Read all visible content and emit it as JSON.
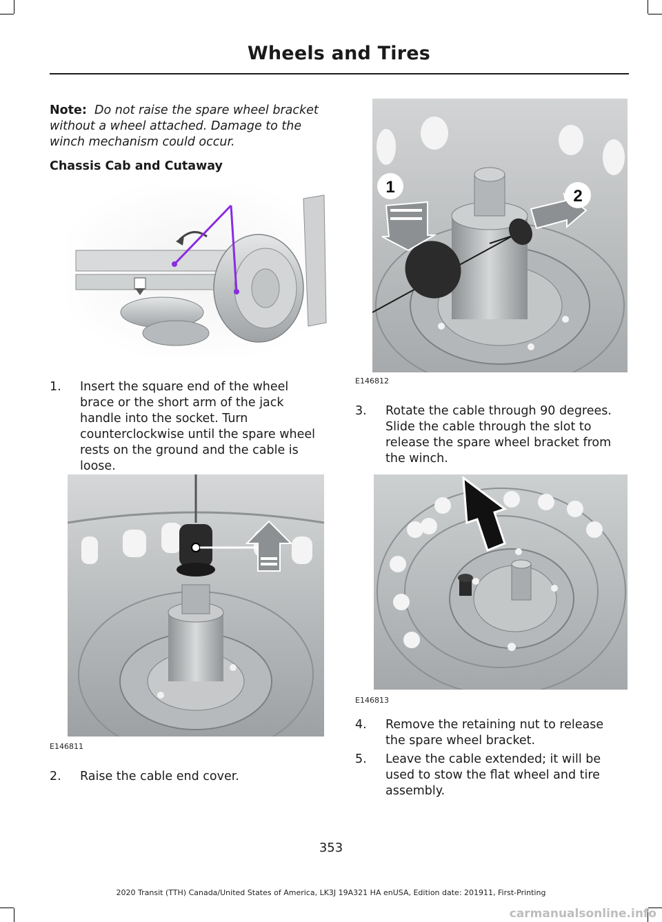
{
  "header": {
    "title": "Wheels and Tires"
  },
  "note": {
    "label": "Note:",
    "text_line1": "Do not raise the spare wheel bracket",
    "text_line2": "without a wheel attached.  Damage to the",
    "text_line3": "winch mechanism could occur."
  },
  "subheading": "Chassis Cab and Cutaway",
  "steps": [
    {
      "num": "1.",
      "lines": [
        "Insert the square end of the wheel",
        "brace or the short arm of the jack",
        "handle into the socket. Turn",
        "counterclockwise until the spare wheel",
        "rests on the ground and the cable is",
        "loose."
      ]
    },
    {
      "num": "2.",
      "lines": [
        "Raise the cable end cover."
      ]
    },
    {
      "num": "3.",
      "lines": [
        "Rotate the cable through 90 degrees.",
        "Slide the cable through the slot to",
        "release the spare wheel bracket from",
        "the winch."
      ]
    },
    {
      "num": "4.",
      "lines": [
        "Remove the retaining nut to release",
        "the spare wheel bracket."
      ]
    },
    {
      "num": "5.",
      "lines": [
        "Leave the cable extended; it will be",
        "used to stow the flat wheel and tire",
        "assembly."
      ]
    }
  ],
  "figures": {
    "fig2_code": "E146811",
    "fig3_code": "E146812",
    "fig3_callout1": "1",
    "fig3_callout2": "2",
    "fig4_code": "E146813"
  },
  "page_number": "353",
  "footer": "2020 Transit (TTH) Canada/United States of America, LK3J 19A321 HA enUSA, Edition date: 201911, First-Printing",
  "watermark": "carmanualsonline.info",
  "colors": {
    "text": "#1a1a1a",
    "metal": "#b8bbbd",
    "callout": "#8a2be2"
  }
}
